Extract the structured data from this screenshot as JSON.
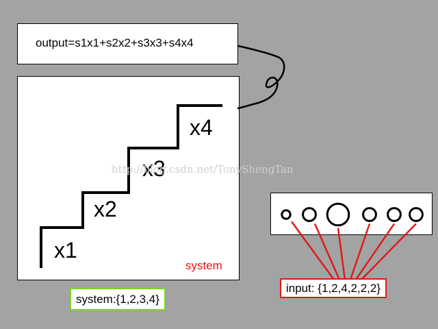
{
  "output": {
    "text": "output=s1x1+s2x2+s3x3+s4x4"
  },
  "system": {
    "label": "system",
    "caption": "system:{1,2,3,4}",
    "steps": [
      "x1",
      "x2",
      "x3",
      "x4"
    ]
  },
  "input": {
    "caption": "input: {1,2,4,2,2,2}",
    "values": [
      1,
      2,
      4,
      2,
      2,
      2
    ]
  },
  "watermark": "http://blog.csdn.net/TonyShengTan",
  "colors": {
    "background": "#a3a3a3",
    "system_label": "#ee1111",
    "system_caption_border": "#7ad42a",
    "input_caption_border": "#e01a1a",
    "connectors": "#e01a1a"
  }
}
